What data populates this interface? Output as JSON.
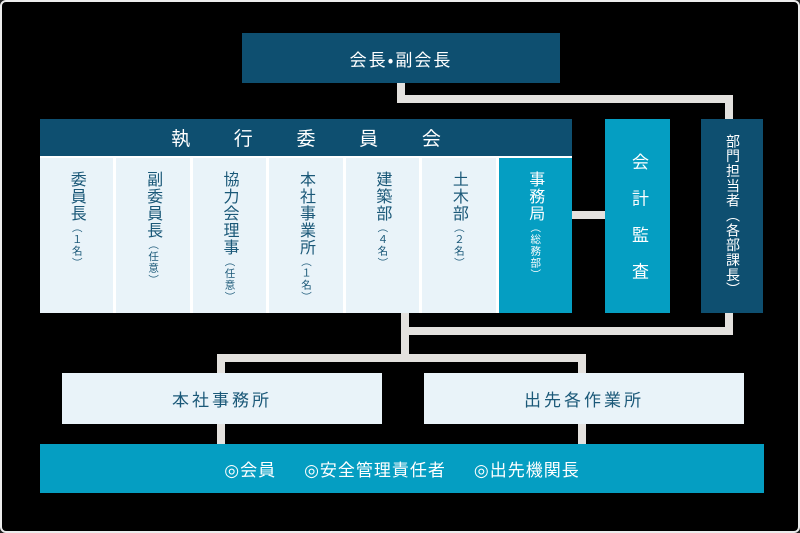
{
  "colors": {
    "navy": "#0e4f70",
    "teal": "#059ec2",
    "light": "#e9f3f9",
    "textnavy": "#1a5878",
    "line": "#e3e1de",
    "gap": "#ffffff",
    "pagebg": "#000000",
    "border": "#ececec"
  },
  "org": {
    "chairman": {
      "label": "会長・副会長"
    },
    "executive": {
      "header": "執行委員会",
      "columns": [
        {
          "title": "委員長",
          "note": "（１名）"
        },
        {
          "title": "副委員長",
          "note": "（任意）"
        },
        {
          "title": "協力会理事",
          "note": "（任意）"
        },
        {
          "title": "本社事業所",
          "note": "（１名）"
        },
        {
          "title": "建築部",
          "note": "（４名）"
        },
        {
          "title": "土木部",
          "note": "（２名）"
        },
        {
          "title": "事務局",
          "note": "（総務部）"
        }
      ]
    },
    "audit": {
      "label": "会計監査"
    },
    "department_managers": {
      "label": "部門担当者（各部課長）"
    },
    "head_office": {
      "label": "本社事務所"
    },
    "branch_sites": {
      "label": "出先各作業所"
    },
    "members_bar": {
      "items": [
        "◎会員",
        "◎安全管理責任者",
        "◎出先機関長"
      ]
    }
  }
}
